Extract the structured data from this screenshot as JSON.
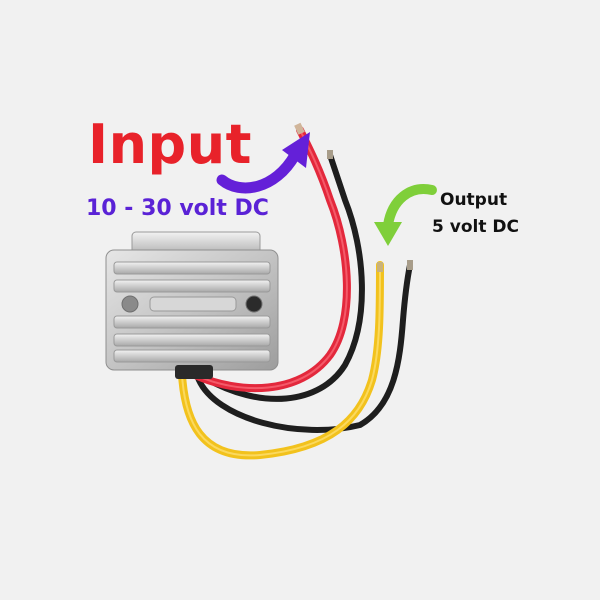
{
  "labels": {
    "input_title": "Input",
    "input_range": "10 - 30 volt DC",
    "output_title": "Output",
    "output_volt": "5 volt DC"
  },
  "colors": {
    "background": "#f1f1f1",
    "input_title": "#e8222a",
    "input_range": "#5a22d6",
    "input_arrow": "#6420d8",
    "output_text": "#111111",
    "output_arrow": "#7fcf3a",
    "wire_red": "#e3283c",
    "wire_black": "#1e1e1e",
    "wire_yellow": "#f2c21d",
    "housing": "#c9c9c9"
  }
}
